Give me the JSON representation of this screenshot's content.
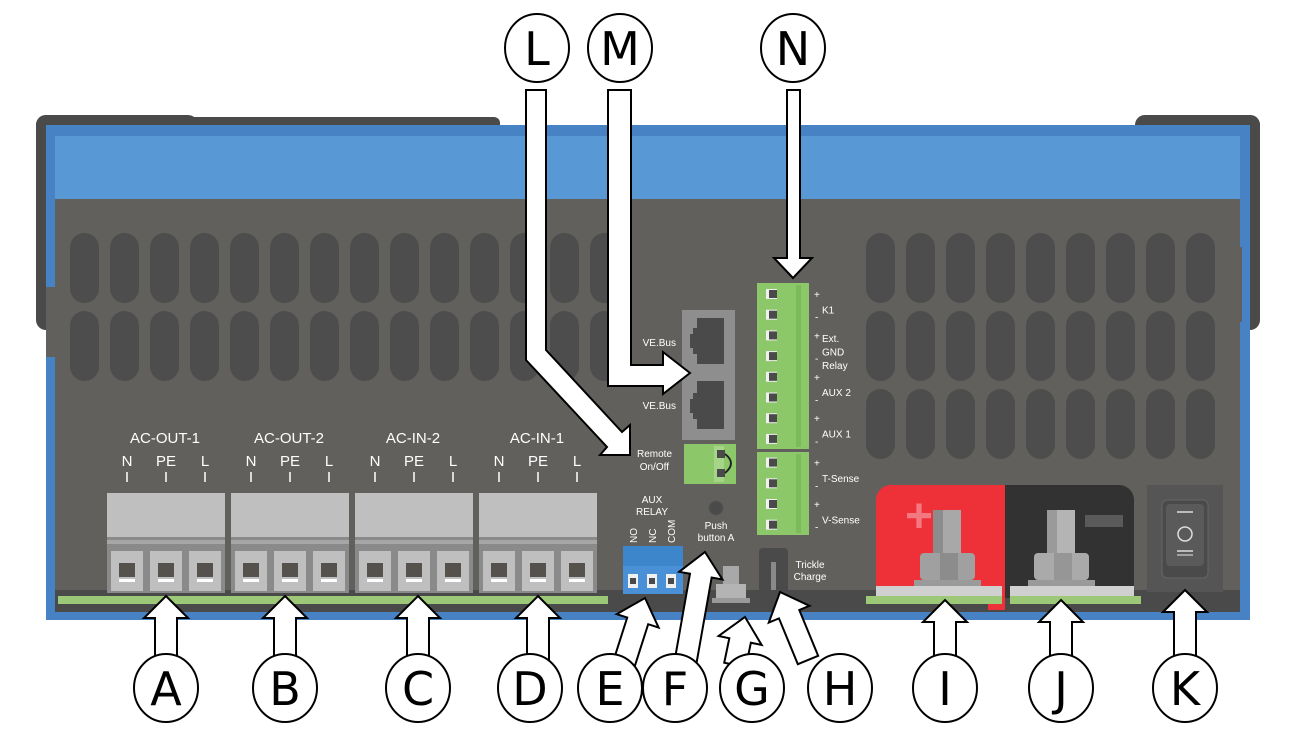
{
  "device": {
    "colors": {
      "frame_blue": "#4682c4",
      "top_band_blue": "#5898d4",
      "panel_gray": "#62605c",
      "vent_gray": "#4d4d4d",
      "mount_dark": "#4a4a4a",
      "terminal_gray": "#bfbfbf",
      "green_strip": "#9cc878",
      "connector_green": "#8cc86a",
      "relay_blue": "#3e86cc",
      "pos_red": "#ee3038",
      "neg_dark": "#323232"
    }
  },
  "ac_terminals": [
    {
      "title": "AC-OUT-1",
      "pins": [
        "N",
        "PE",
        "L"
      ]
    },
    {
      "title": "AC-OUT-2",
      "pins": [
        "N",
        "PE",
        "L"
      ]
    },
    {
      "title": "AC-IN-2",
      "pins": [
        "N",
        "PE",
        "L"
      ]
    },
    {
      "title": "AC-IN-1",
      "pins": [
        "N",
        "PE",
        "L"
      ]
    }
  ],
  "ports": {
    "vebus_1": "VE.Bus",
    "vebus_2": "VE.Bus",
    "remote_line1": "Remote",
    "remote_line2": "On/Off"
  },
  "aux_relay": {
    "title_line1": "AUX",
    "title_line2": "RELAY",
    "pins": [
      "NO",
      "NC",
      "COM"
    ]
  },
  "push_button": {
    "line1": "Push",
    "line2": "button A"
  },
  "trickle": {
    "line1": "Trickle",
    "line2": "Charge"
  },
  "terminal_block": [
    {
      "label_lines": [
        "K1"
      ],
      "plus": "+",
      "minus": "-"
    },
    {
      "label_lines": [
        "Ext.",
        "GND",
        "Relay"
      ],
      "plus": "+",
      "minus": "-"
    },
    {
      "label_lines": [
        "AUX 2"
      ],
      "plus": "+",
      "minus": "-"
    },
    {
      "label_lines": [
        "AUX 1"
      ],
      "plus": "+",
      "minus": "-"
    },
    {
      "label_lines": [
        "T-Sense"
      ],
      "plus": "+",
      "minus": "-"
    },
    {
      "label_lines": [
        "V-Sense"
      ],
      "plus": "+",
      "minus": "-"
    }
  ],
  "battery": {
    "positive_symbol": "+",
    "negative_symbol": "−"
  },
  "switch": {
    "top_mark": "—",
    "mid_mark": "O",
    "bottom_mark": "="
  },
  "callouts": [
    {
      "letter": "A",
      "target": "AC-OUT-1"
    },
    {
      "letter": "B",
      "target": "AC-OUT-2"
    },
    {
      "letter": "C",
      "target": "AC-IN-2"
    },
    {
      "letter": "D",
      "target": "AC-IN-1"
    },
    {
      "letter": "E",
      "target": "AUX RELAY"
    },
    {
      "letter": "F",
      "target": "Push button A"
    },
    {
      "letter": "G",
      "target": "Ground bolt"
    },
    {
      "letter": "H",
      "target": "Trickle Charge"
    },
    {
      "letter": "I",
      "target": "Battery positive"
    },
    {
      "letter": "J",
      "target": "Battery negative"
    },
    {
      "letter": "K",
      "target": "On/Off switch"
    },
    {
      "letter": "L",
      "target": "Remote On/Off"
    },
    {
      "letter": "M",
      "target": "VE.Bus"
    },
    {
      "letter": "N",
      "target": "Terminal block"
    }
  ]
}
